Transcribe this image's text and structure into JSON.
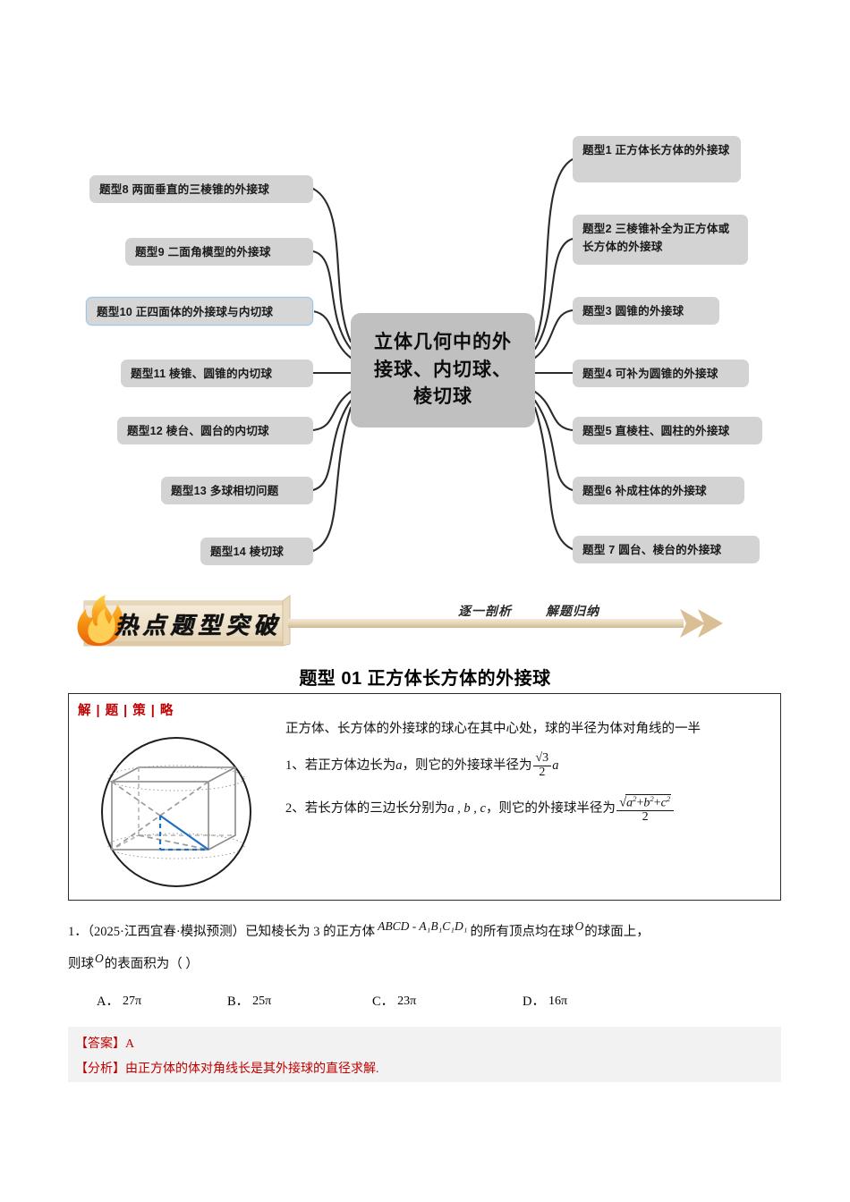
{
  "mindmap": {
    "center": "立体几何中的外接球、内切球、棱切球",
    "right_nodes": [
      {
        "id": "t1",
        "text": "题型1 正方体长方体的外接球"
      },
      {
        "id": "t2",
        "text": "题型2 三棱锥补全为正方体或长方体的外接球"
      },
      {
        "id": "t3",
        "text": "题型3 圆锥的外接球"
      },
      {
        "id": "t4",
        "text": "题型4 可补为圆锥的外接球"
      },
      {
        "id": "t5",
        "text": "题型5 直棱柱、圆柱的外接球"
      },
      {
        "id": "t6",
        "text": "题型6 补成柱体的外接球"
      },
      {
        "id": "t7",
        "text": "题型 7 圆台、棱台的外接球"
      }
    ],
    "left_nodes": [
      {
        "id": "t8",
        "text": "题型8 两面垂直的三棱锥的外接球",
        "highlight": false
      },
      {
        "id": "t9",
        "text": "题型9 二面角模型的外接球",
        "highlight": false
      },
      {
        "id": "t10",
        "text": "题型10 正四面体的外接球与内切球",
        "highlight": true
      },
      {
        "id": "t11",
        "text": "题型11 棱锥、圆锥的内切球",
        "highlight": false
      },
      {
        "id": "t12",
        "text": "题型12  棱台、圆台的内切球",
        "highlight": false
      },
      {
        "id": "t13",
        "text": "题型13 多球相切问题",
        "highlight": false
      },
      {
        "id": "t14",
        "text": "题型14 棱切球",
        "highlight": false
      }
    ],
    "colors": {
      "node_bg": "#d3d3d3",
      "center_bg": "#c0c0c0",
      "highlight_border": "#9cc6e8",
      "connector": "#2b2b2b"
    }
  },
  "banner": {
    "title": "热点题型突破",
    "sub1": "逐一剖析",
    "sub2": "解题归纳",
    "colors": {
      "scroll": "#ede0cb",
      "scroll_edge": "#d9c39d",
      "arrow": "#d9bf93",
      "flame_outer": "#f08010",
      "flame_inner": "#ffd24a"
    }
  },
  "section": {
    "title": "题型 01   正方体长方体的外接球"
  },
  "strategy": {
    "label": "解 | 题 | 策 | 略",
    "label_color": "#c00000",
    "line0": "正方体、长方体的外接球的球心在其中心处，球的半径为体对角线的一半",
    "line1_prefix": "1、若正方体边长为",
    "line1_var": "a",
    "line1_mid": "，则它的外接球半径为",
    "line1_frac_num": "√3",
    "line1_frac_den": "2",
    "line1_suffix": "a",
    "line2_prefix": "2、若长方体的三边长分别为",
    "line2_vars": "a , b , c",
    "line2_mid": "，则它的外接球半径为",
    "line2_frac_num": "√(a²+b²+c²)",
    "line2_frac_den": "2",
    "figure_name": "sphere-with-cuboid-diagram"
  },
  "question": {
    "number": "1．",
    "source": "（2025·江西宜春·模拟预测）",
    "text_part1": "已知棱长为 3 的正方体",
    "solid_label": "ABCD - A₁B₁C₁D₁",
    "text_part2": "的所有顶点均在球",
    "sphere_label": "O",
    "text_part3": "的球面上，",
    "line2_prefix": "则球",
    "line2_sphere": "O",
    "line2_suffix": "的表面积为（   ）",
    "options": [
      {
        "label": "A．",
        "value": "27π"
      },
      {
        "label": "B．",
        "value": "25π"
      },
      {
        "label": "C．",
        "value": "23π"
      },
      {
        "label": "D．",
        "value": "16π"
      }
    ]
  },
  "answer": {
    "answer_line": "【答案】A",
    "analysis_line": "【分析】由正方体的体对角线长是其外接球的直径求解.",
    "bg_color": "#f2f2f2",
    "text_color": "#c00000"
  }
}
